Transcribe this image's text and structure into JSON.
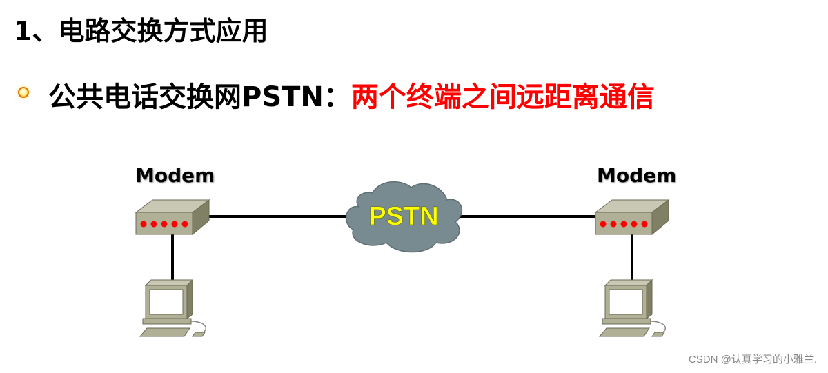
{
  "title": "1、电路交换方式应用",
  "bullet": {
    "label": "公共电话交换网PSTN：",
    "highlight": "两个终端之间远距离通信",
    "highlight_color": "#ff0000"
  },
  "diagram": {
    "left_device_label": "Modem",
    "right_device_label": "Modem",
    "network_label": "PSTN",
    "network_color": "#778b91",
    "network_text_color": "#ffff00"
  },
  "watermark": "CSDN @认真学习的小雅兰."
}
